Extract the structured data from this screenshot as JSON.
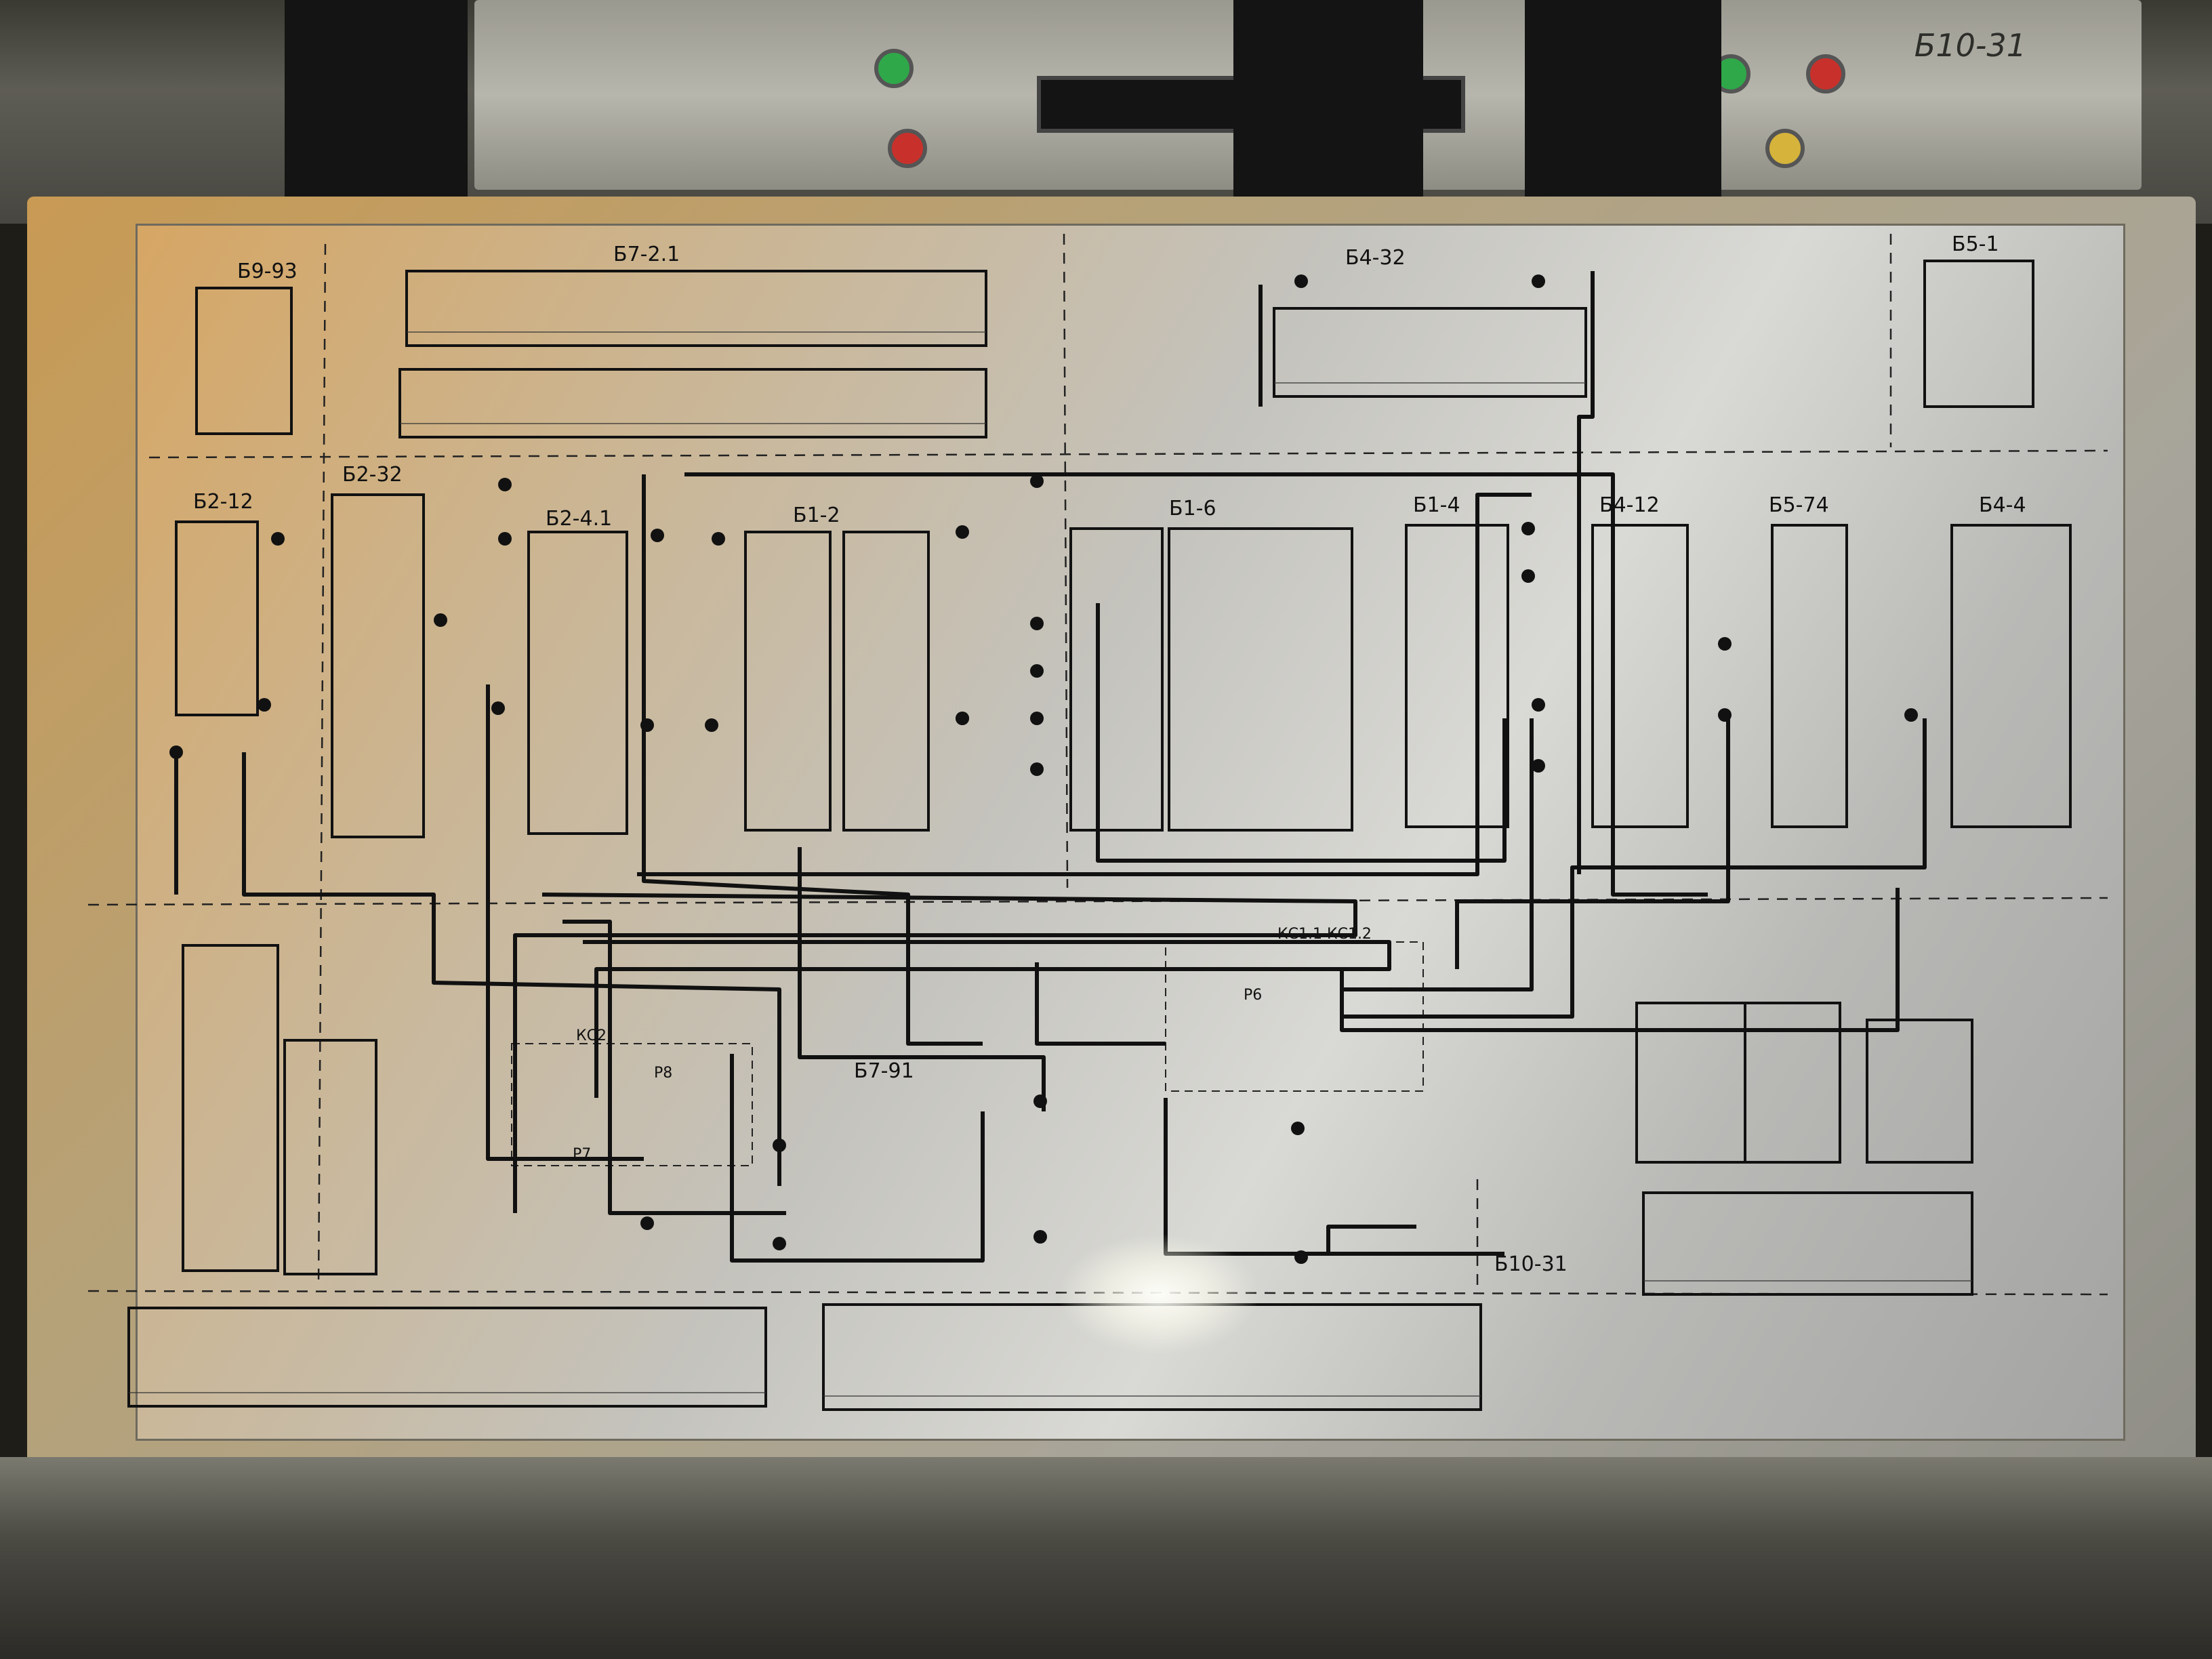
{
  "rear_instrument": {
    "label": "Б10-31",
    "indicators": [
      "green",
      "red",
      "green",
      "red",
      "yellow"
    ],
    "display_digits": "",
    "colors": {
      "green": "#2fa84a",
      "red": "#c8312b",
      "yellow": "#d6b33b"
    }
  },
  "panel": {
    "blocks": [
      {
        "id": "b9-93",
        "label": "Б9-93"
      },
      {
        "id": "b7-2-1",
        "label": "Б7-2.1"
      },
      {
        "id": "b4-32",
        "label": "Б4-32"
      },
      {
        "id": "b5-1",
        "label": "Б5-1"
      },
      {
        "id": "b2-12",
        "label": "Б2-12"
      },
      {
        "id": "b2-32",
        "label": "Б2-32"
      },
      {
        "id": "b2-4-1",
        "label": "Б2-4.1"
      },
      {
        "id": "b1-2",
        "label": "Б1-2"
      },
      {
        "id": "b1-6",
        "label": "Б1-6"
      },
      {
        "id": "b1-4",
        "label": "Б1-4"
      },
      {
        "id": "b4-12",
        "label": "Б4-12"
      },
      {
        "id": "b5-74",
        "label": "Б5-74"
      },
      {
        "id": "b4-4",
        "label": "Б4-4"
      },
      {
        "id": "b7-91",
        "label": "Б7-91"
      },
      {
        "id": "b10-31",
        "label": "Б10-31"
      }
    ],
    "relays": [
      {
        "id": "kc2",
        "label": "КС2"
      },
      {
        "id": "kc1",
        "label": "КС1.1 КС1.2"
      },
      {
        "id": "p6",
        "label": "Р6"
      },
      {
        "id": "p7",
        "label": "Р7"
      },
      {
        "id": "p8",
        "label": "Р8"
      }
    ]
  },
  "palette": {
    "wire": "#111111",
    "panel_warm": "#d6a664",
    "panel_cool": "#c4c3bd"
  }
}
